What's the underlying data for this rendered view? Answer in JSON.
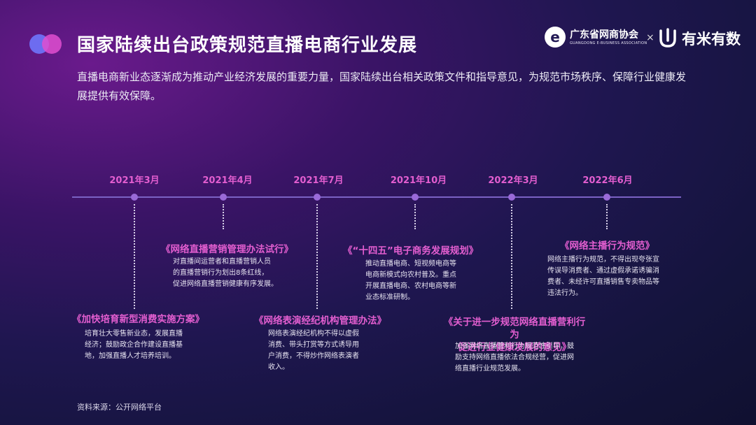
{
  "header": {
    "title": "国家陆续出台政策规范直播电商行业发展",
    "intro": "直播电商新业态逐渐成为推动产业经济发展的重要力量，国家陆续出台相关政策文件和指导意见，为规范市场秩序、保障行业健康发展提供有效保障。"
  },
  "logos": {
    "org_name": "广东省网商协会",
    "org_sub": "GUANGDONG E-BUSINESS ASSOCIATION",
    "cross": "×",
    "partner_name": "有米有数"
  },
  "timeline": {
    "dates": [
      "2021年3月",
      "2021年4月",
      "2021年7月",
      "2021年10月",
      "2022年3月",
      "2022年6月"
    ],
    "policies": [
      {
        "title": "《加快培育新型消费实施方案》",
        "desc": [
          "培育壮大零售新业态，发展直播",
          "经济；鼓励政企合作建设直播基",
          "地，加强直播人才培养培训。"
        ]
      },
      {
        "title": "《网络直播营销管理办法试行》",
        "desc": [
          "对直播间运营者和直播营销人员",
          "的直播营销行为划出8条红线，",
          "促进网络直播营销健康有序发展。"
        ]
      },
      {
        "title": "《网络表演经纪机构管理办法》",
        "desc": [
          "网络表演经纪机构不得以虚假",
          "消费、带头打赏等方式诱导用",
          "户消费，不得炒作网络表演者",
          "收入。"
        ]
      },
      {
        "title": "《“十四五”电子商务发展规划》",
        "desc": [
          "推动直播电商、短视频电商等",
          "电商新模式向农村普及。重点",
          "开展直播电商、农村电商等新",
          "业态标准研制。"
        ]
      },
      {
        "title_lines": [
          "《关于进一步规范网络直播营利行为",
          "促进行业健康发展的意见》"
        ],
        "desc": [
          "加强网络直播营利行为规范性引导，鼓",
          "励支持网络直播依法合规经营，促进网",
          "络直播行业规范发展。"
        ]
      },
      {
        "title": "《网络主播行为规范》",
        "desc": [
          "网络主播行为规范，不得出现夸张宣",
          "传误导消费者、通过虚假承诺诱骗消",
          "费者、未经许可直播销售专卖物品等",
          "违法行为。"
        ]
      }
    ]
  },
  "footer": {
    "source": "资料来源：公开网络平台"
  },
  "colors": {
    "accent": "#e35ed0",
    "timeline": "#7b62c4"
  }
}
